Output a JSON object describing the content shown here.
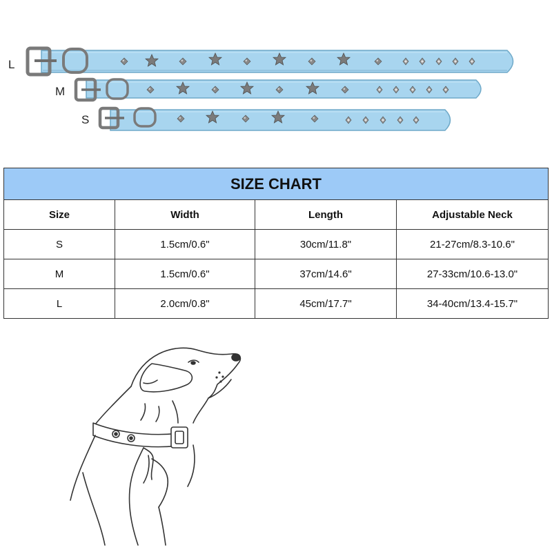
{
  "collars": [
    {
      "size_label": "L"
    },
    {
      "size_label": "M"
    },
    {
      "size_label": "S"
    }
  ],
  "colors": {
    "collar_fill": "#a8d5ef",
    "collar_edge": "#6fa9c8",
    "header_fill": "#9dcaf7",
    "hardware": "#7a7a7a"
  },
  "size_chart": {
    "title": "SIZE CHART",
    "columns": [
      "Size",
      "Width",
      "Length",
      "Adjustable Neck"
    ],
    "rows": [
      [
        "S",
        "1.5cm/0.6\"",
        "30cm/11.8\"",
        "21-27cm/8.3-10.6\""
      ],
      [
        "M",
        "1.5cm/0.6\"",
        "37cm/14.6\"",
        "27-33cm/10.6-13.0\""
      ],
      [
        "L",
        "2.0cm/0.8\"",
        "45cm/17.7\"",
        "34-40cm/13.4-15.7\""
      ]
    ]
  },
  "illustration": {
    "icon": "dog-measuring-neck-icon"
  }
}
